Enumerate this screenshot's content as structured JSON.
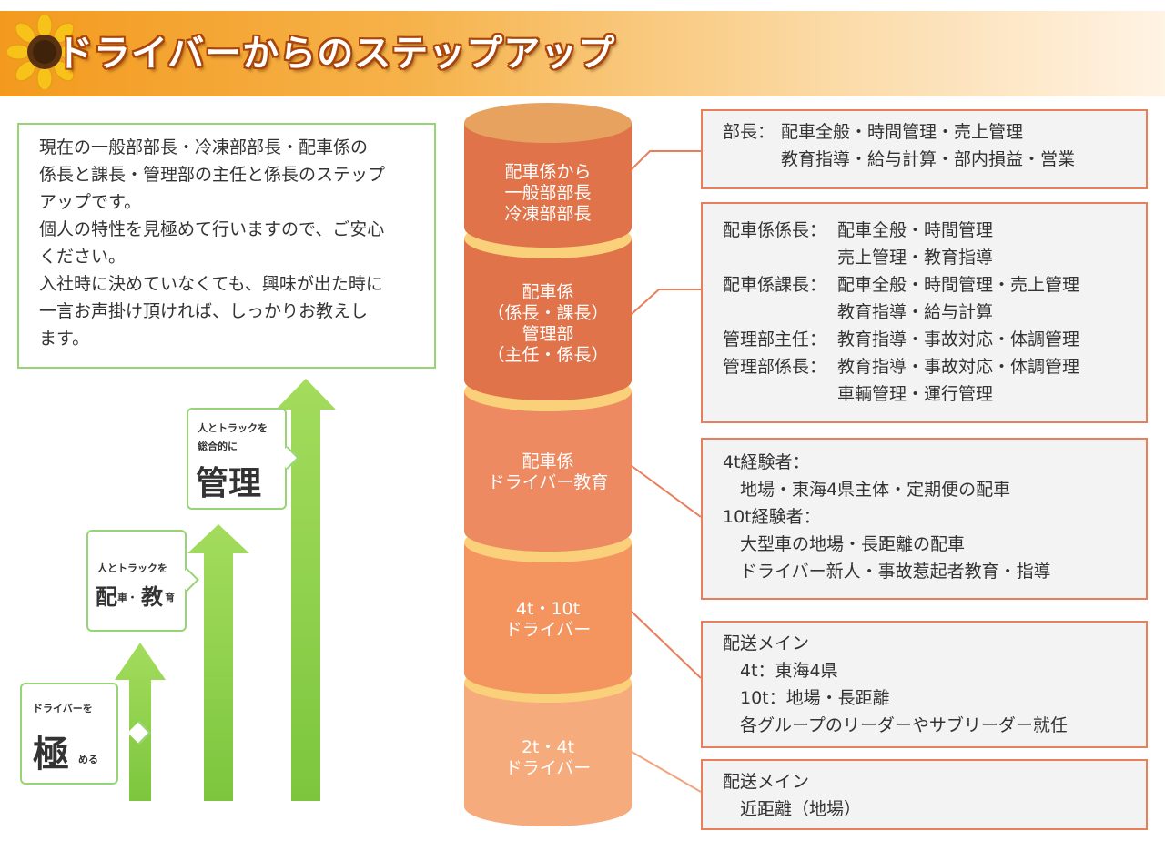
{
  "header": {
    "title": "ドライバーからのステップアップ",
    "colors": {
      "banner_start": "#f39a1e",
      "banner_end": "#fff3e4",
      "title_outline": "#a9440a"
    }
  },
  "intro": {
    "lines": [
      "現在の一般部部長・冷凍部部長・配車係の",
      "係長と課長・管理部の主任と係長のステップ",
      "アップです。",
      "個人の特性を見極めて行いますので、ご安心",
      "ください。",
      "入社時に決めていなくても、興味が出た時に",
      "一言お声掛け頂ければ、しっかりお教えし",
      "ます。"
    ]
  },
  "steps": {
    "step1": {
      "small": "ドライバーを",
      "big": "極",
      "suffix": "める"
    },
    "step2": {
      "small": "人とトラックを",
      "big1": "配",
      "mid1": "車・",
      "big2": "教",
      "mid2": "育"
    },
    "step3": {
      "small1": "人とトラックを",
      "small2": "総合的に",
      "big": "管理"
    }
  },
  "tower": {
    "colors": {
      "top_cap": "#e6a25e",
      "seg1": "#e07349",
      "seg2": "#e07349",
      "seg3": "#ee8a61",
      "seg4": "#f4945f",
      "seg5": "#f6ab7d",
      "separator": "#fbd07a"
    },
    "segments": [
      {
        "lines": [
          "配車係から",
          "一般部部長",
          "冷凍部部長"
        ]
      },
      {
        "lines": [
          "配車係",
          "（係長・課長）",
          "管理部",
          "（主任・係長）"
        ]
      },
      {
        "lines": [
          "配車係",
          "ドライバー教育"
        ]
      },
      {
        "lines": [
          "4t・10t",
          "ドライバー"
        ]
      },
      {
        "lines": [
          "2t・4t",
          "ドライバー"
        ]
      }
    ]
  },
  "details": [
    {
      "rows": [
        {
          "k": "部長：",
          "v": "配車全般・時間管理・売上管理"
        },
        {
          "k": "",
          "v": "教育指導・給与計算・部内損益・営業"
        }
      ]
    },
    {
      "rows": [
        {
          "k": "配車係係長：",
          "v": "配車全般・時間管理"
        },
        {
          "k": "",
          "v": "売上管理・教育指導"
        },
        {
          "k": "配車係課長：",
          "v": "配車全般・時間管理・売上管理"
        },
        {
          "k": "",
          "v": "教育指導・給与計算"
        },
        {
          "k": "管理部主任：",
          "v": "教育指導・事故対応・体調管理"
        },
        {
          "k": "管理部係長：",
          "v": "教育指導・事故対応・体調管理"
        },
        {
          "k": "",
          "v": "車輌管理・運行管理"
        }
      ]
    },
    {
      "lines": [
        "4t経験者：",
        "　地場・東海4県主体・定期便の配車",
        "10t経験者：",
        "　大型車の地場・長距離の配車",
        "　ドライバー新人・事故惹起者教育・指導"
      ]
    },
    {
      "lines": [
        "配送メイン",
        "　4t：東海4県",
        "　10t：地場・長距離",
        "　各グループのリーダーやサブリーダー就任"
      ]
    },
    {
      "lines": [
        "配送メイン",
        "　近距離（地場）"
      ]
    }
  ]
}
